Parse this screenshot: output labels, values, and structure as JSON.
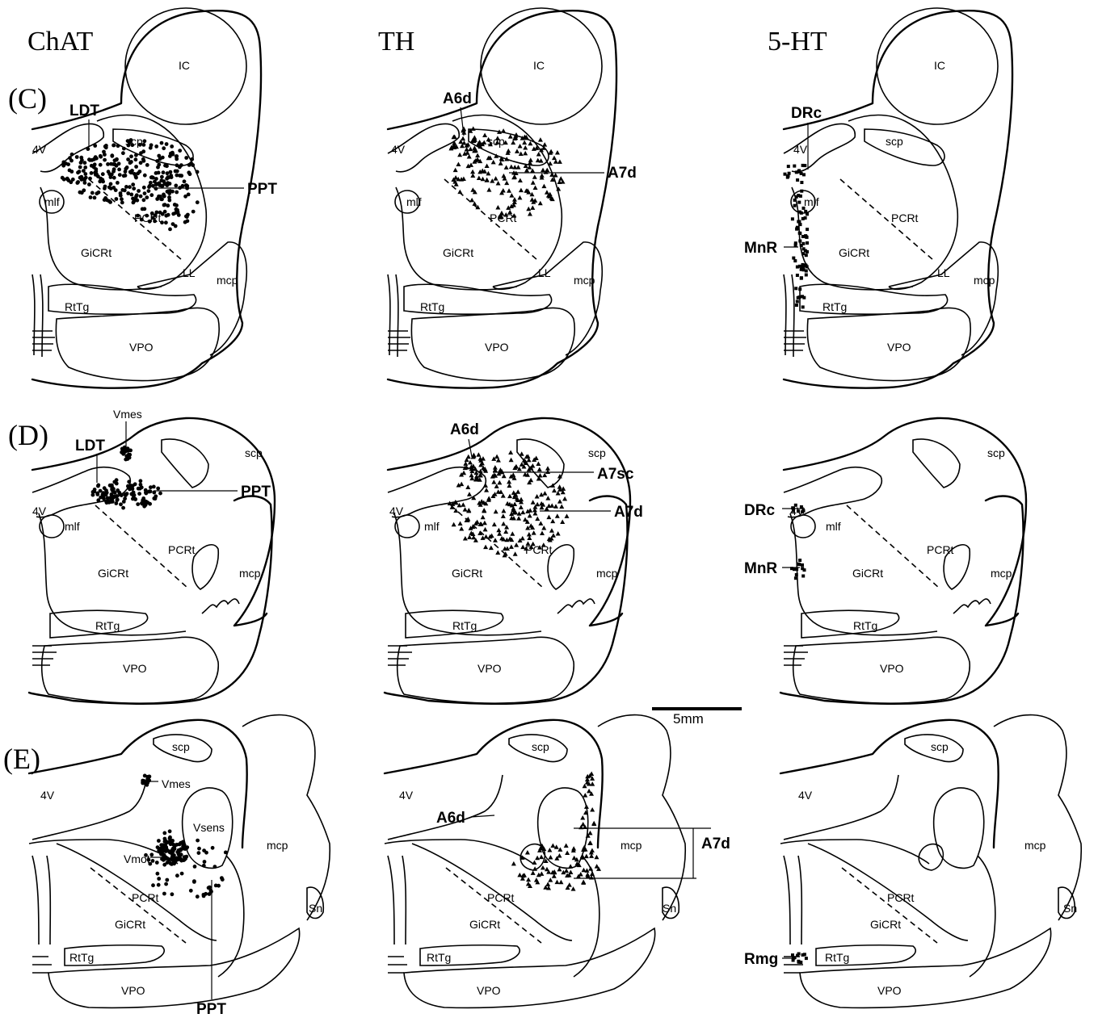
{
  "columns": [
    "ChAT",
    "TH",
    "5-HT"
  ],
  "rows": [
    "(C)",
    "(D)",
    "(E)"
  ],
  "regions": {
    "ic": "IC",
    "v4": "4V",
    "scp": "scp",
    "mlf": "mlf",
    "pcrt": "PCRt",
    "gicrt": "GiCRt",
    "ll": "LL",
    "mcp": "mcp",
    "rttg": "RtTg",
    "vpo": "VPO",
    "vsens": "Vsens",
    "vmot": "Vmot",
    "vmes": "Vmes",
    "sn": "Sn"
  },
  "nuclei": {
    "ldt": "LDT",
    "ppt": "PPT",
    "a6d": "A6d",
    "a7d": "A7d",
    "a7sc": "A7sc",
    "drc": "DRc",
    "mnr": "MnR",
    "rmg": "Rmg"
  },
  "scale_bar": {
    "label": "5mm"
  },
  "marker_shapes": {
    "ChAT": "circle",
    "TH": "triangle",
    "5-HT": "square"
  }
}
